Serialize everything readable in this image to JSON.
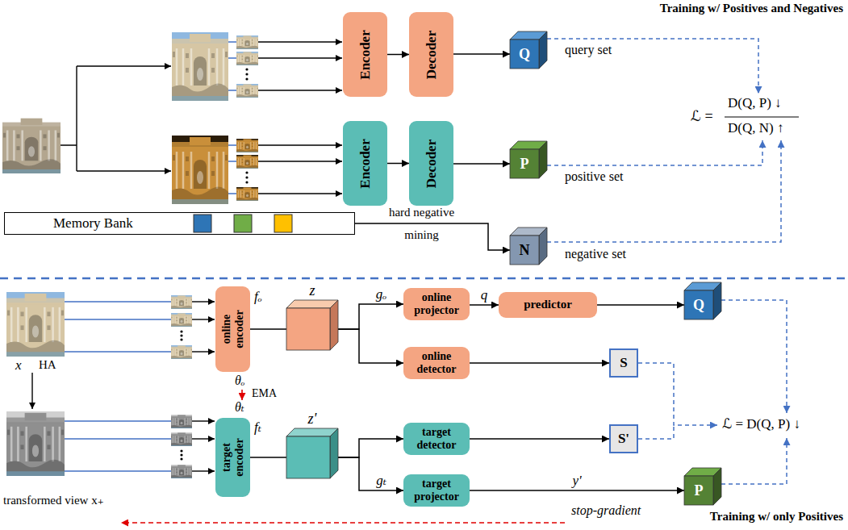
{
  "diagram": {
    "nodes": [
      {
        "text": [
          "Encoder"
        ]
      },
      {
        "text": [
          "Decoder"
        ]
      },
      {
        "text": [
          "Q"
        ]
      },
      {
        "text": [
          "Encoder"
        ]
      },
      {
        "text": [
          "Decoder"
        ]
      },
      {
        "text": [
          "P"
        ]
      },
      {
        "text": [
          "Memory Bank"
        ]
      },
      {
        "text": [
          "N"
        ]
      },
      {
        "text": [
          "online encoder"
        ]
      },
      {
        "text": [
          "z"
        ]
      },
      {
        "text": [
          "online projector"
        ]
      },
      {
        "text": [
          "predictor"
        ]
      },
      {
        "text": [
          "Q"
        ]
      },
      {
        "text": [
          "online detector"
        ]
      },
      {
        "text": [
          "S"
        ]
      },
      {
        "text": [
          "target encoder"
        ]
      },
      {
        "text": [
          "z'"
        ]
      },
      {
        "text": [
          "target detector"
        ]
      },
      {
        "text": [
          "S'"
        ]
      },
      {
        "text": [
          "target projector"
        ]
      },
      {
        "text": [
          "P"
        ]
      }
    ],
    "edges": [
      {
        "from": 0,
        "to": 1,
        "arrow": "to"
      },
      {
        "from": 1,
        "to": 2,
        "arrow": "to"
      },
      {
        "from": 3,
        "to": 4,
        "arrow": "to"
      },
      {
        "from": 4,
        "to": 5,
        "arrow": "to"
      },
      {
        "from": 6,
        "to": 7,
        "label": "hard negative mining",
        "arrow": "to"
      },
      {
        "from": 8,
        "to": 9,
        "arrow": "none"
      },
      {
        "from": 9,
        "to": 10,
        "label": "gₒ",
        "arrow": "to"
      },
      {
        "from": 9,
        "to": 13,
        "arrow": "to"
      },
      {
        "from": 10,
        "to": 11,
        "label": "q",
        "arrow": "to"
      },
      {
        "from": 11,
        "to": 12,
        "arrow": "to"
      },
      {
        "from": 13,
        "to": 14,
        "arrow": "to"
      },
      {
        "from": 15,
        "to": 16,
        "arrow": "none"
      },
      {
        "from": 16,
        "to": 17,
        "arrow": "to"
      },
      {
        "from": 16,
        "to": 19,
        "label": "gₜ",
        "arrow": "to"
      },
      {
        "from": 17,
        "to": 18,
        "arrow": "to"
      },
      {
        "from": 19,
        "to": 20,
        "label": "y'",
        "arrow": "to"
      }
    ],
    "labels": [
      "Training w/ Positives and Negatives",
      "query set",
      "positive set",
      "negative set",
      "ℒ =",
      "D(Q, P) ↓",
      "D(Q, N) ↑",
      "fₒ",
      "x",
      "HA",
      "θₒ",
      "θₜ",
      "EMA",
      "fₜ",
      "transformed view x₊",
      "ℒ = D(Q, P) ↓",
      "stop-gradient",
      "Training w/ only Positives"
    ]
  }
}
